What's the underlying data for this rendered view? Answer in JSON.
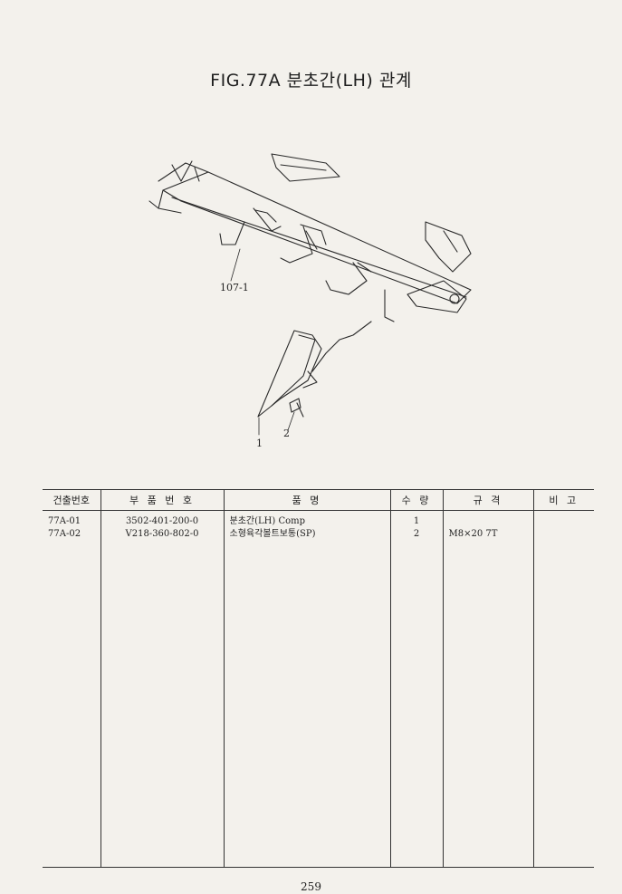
{
  "figure": {
    "title": "FIG.77A 분초간(LH) 관계",
    "callouts": [
      "107-1",
      "1",
      "2"
    ]
  },
  "table": {
    "headers": [
      "건출번호",
      "부 품 번 호",
      "품 명",
      "수 량",
      "규 격",
      "비 고"
    ],
    "rows": [
      [
        "77A-01",
        "3502-401-200-0",
        "분초간(LH) Comp",
        "1",
        "",
        ""
      ],
      [
        "77A-02",
        "V218-360-802-0",
        "소형육각볼트보통(SP)",
        "2",
        "M8×20 7T",
        ""
      ]
    ]
  },
  "page_number": "259"
}
